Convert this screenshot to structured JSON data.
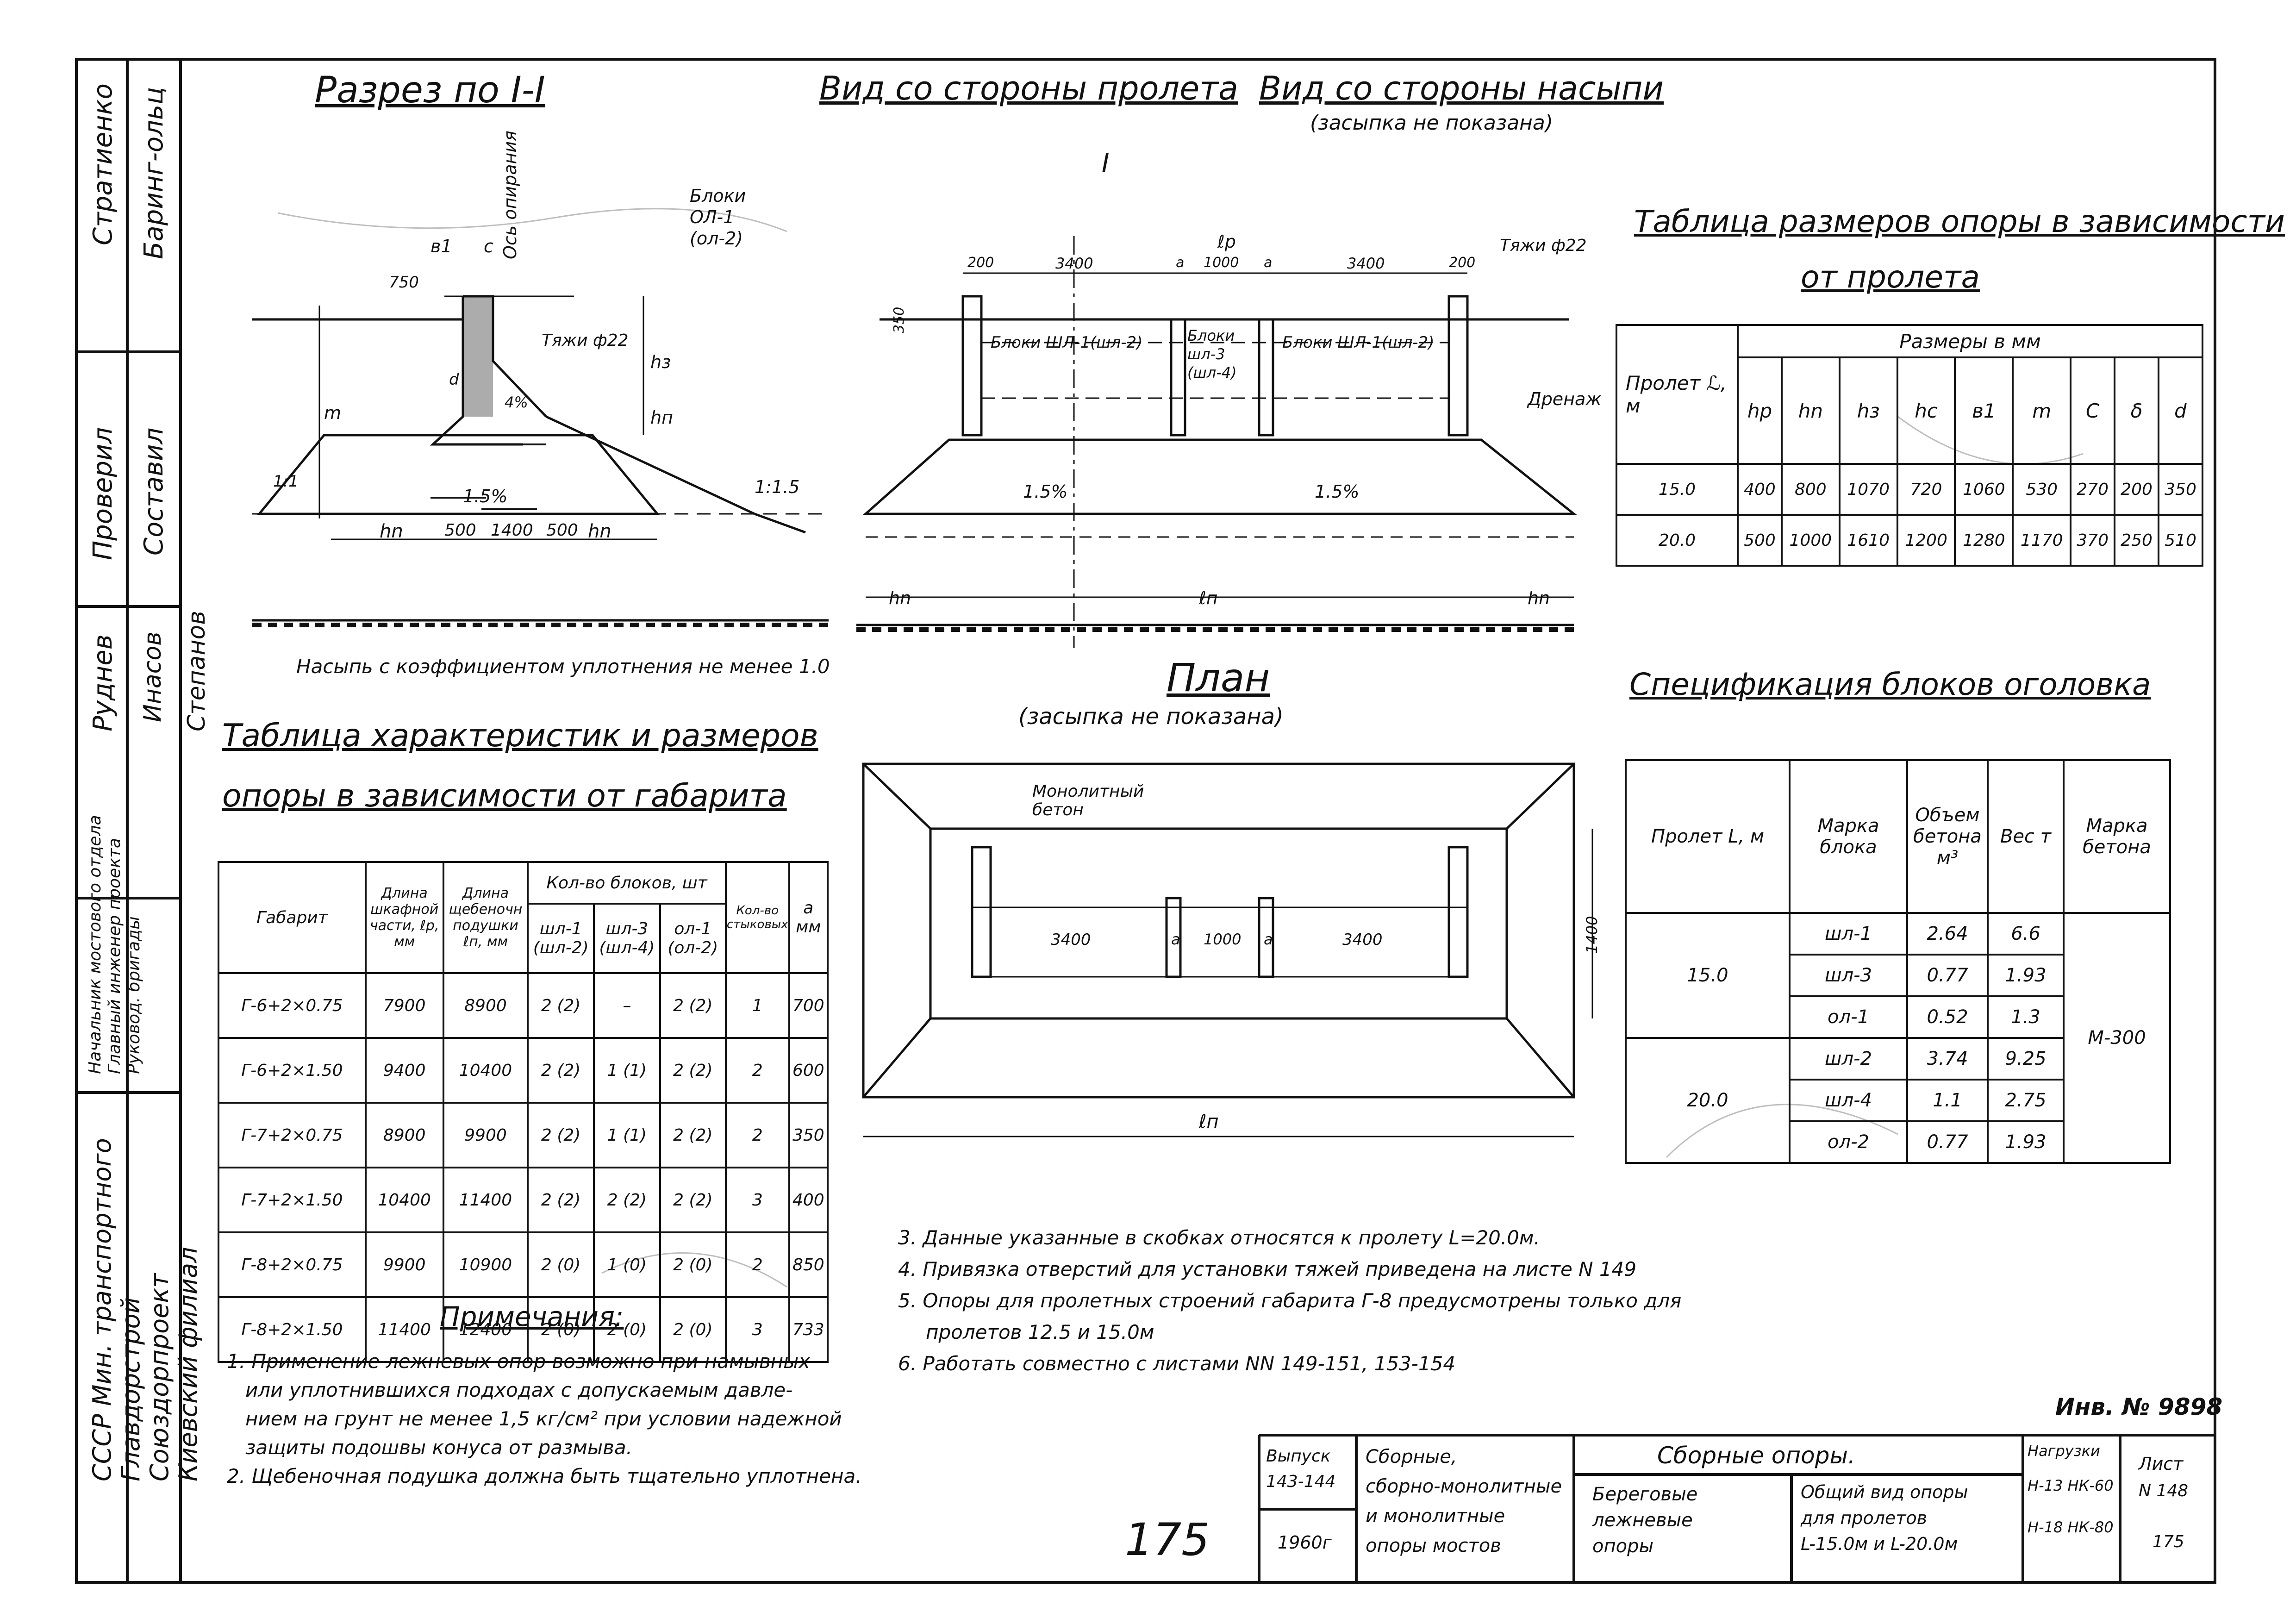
{
  "section": {
    "title": "Разрез по I-I",
    "labels": [
      "Ось опирания",
      "Тяжи ф22",
      "Насыпь с коэффициентом уплотнения не менее 1.0",
      "1.5%",
      "hn",
      "500",
      "1400",
      "500",
      "hn",
      "750",
      "в1",
      "с",
      "hз",
      "hп",
      "m",
      "d",
      "4%",
      "1:1.5",
      "1:1"
    ]
  },
  "view_span": {
    "title": "Вид со стороны пролета",
    "label_blocks": "Блоки ОЛ-1 (ол-2)",
    "section_mark": "I"
  },
  "view_fill": {
    "title": "Вид со стороны насыпи",
    "subtitle": "(засыпка не показана)",
    "labels": [
      "Блоки ШЛ-1(шл-2)",
      "Блоки шл-3 (шл-4)",
      "Блоки ШЛ-1(шл-2)",
      "Тяжи ф22",
      "Дренаж",
      "1.5%",
      "1.5%",
      "hn",
      "ℓп",
      "hn",
      "ℓр",
      "200",
      "3400",
      "а",
      "1000",
      "а",
      "3400",
      "200",
      "350"
    ]
  },
  "plan": {
    "title": "План",
    "subtitle": "(засыпка не показана)",
    "labels": [
      "Монолитный бетон",
      "3400",
      "а",
      "1000",
      "а",
      "3400",
      "1400",
      "ℓп"
    ]
  },
  "table_dims": {
    "title_line1": "Таблица размеров опоры в зависимости",
    "title_line2": "от пролета",
    "col_span_label": "Пролет ℒ, м",
    "group_header": "Размеры в мм",
    "headers": [
      "hр",
      "hn",
      "hз",
      "hс",
      "в1",
      "m",
      "С",
      "δ",
      "d"
    ],
    "rows": [
      [
        "15.0",
        "400",
        "800",
        "1070",
        "720",
        "1060",
        "530",
        "270",
        "200",
        "350"
      ],
      [
        "20.0",
        "500",
        "1000",
        "1610",
        "1200",
        "1280",
        "1170",
        "370",
        "250",
        "510"
      ]
    ]
  },
  "table_spec": {
    "title": "Спецификация блоков оголовка",
    "headers": [
      "Пролет L, м",
      "Марка блока",
      "Объем бетона м³",
      "Вес т",
      "Марка бетона"
    ],
    "groups": [
      {
        "span": "15.0",
        "rows": [
          [
            "шл-1",
            "2.64",
            "6.6"
          ],
          [
            "шл-3",
            "0.77",
            "1.93"
          ],
          [
            "ол-1",
            "0.52",
            "1.3"
          ]
        ]
      },
      {
        "span": "20.0",
        "rows": [
          [
            "шл-2",
            "3.74",
            "9.25"
          ],
          [
            "шл-4",
            "1.1",
            "2.75"
          ],
          [
            "ол-2",
            "0.77",
            "1.93"
          ]
        ]
      }
    ],
    "concrete_mark": "М-300"
  },
  "table_char": {
    "title_line1": "Таблица характеристик и размеров",
    "title_line2": "опоры в зависимости от габарита",
    "headers": {
      "gabarit": "Габарит",
      "len_cabinet": "Длина шкафной части, ℓр, мм",
      "len_pad": "Длина щебеночн подушки ℓп, мм",
      "blocks_group": "Кол-во блоков, шт",
      "shl1": "шл-1 (шл-2)",
      "shl3": "шл-3 (шл-4)",
      "ol1": "ол-1 (ол-2)",
      "joints": "Кол-во стыковых",
      "a": "а мм"
    },
    "rows": [
      [
        "Г-6+2×0.75",
        "7900",
        "8900",
        "2 (2)",
        "–",
        "2 (2)",
        "1",
        "700"
      ],
      [
        "Г-6+2×1.50",
        "9400",
        "10400",
        "2 (2)",
        "1 (1)",
        "2 (2)",
        "2",
        "600"
      ],
      [
        "Г-7+2×0.75",
        "8900",
        "9900",
        "2 (2)",
        "1 (1)",
        "2 (2)",
        "2",
        "350"
      ],
      [
        "Г-7+2×1.50",
        "10400",
        "11400",
        "2 (2)",
        "2 (2)",
        "2 (2)",
        "3",
        "400"
      ],
      [
        "Г-8+2×0.75",
        "9900",
        "10900",
        "2 (0)",
        "1 (0)",
        "2 (0)",
        "2",
        "850"
      ],
      [
        "Г-8+2×1.50",
        "11400",
        "12400",
        "2 (0)",
        "2 (0)",
        "2 (0)",
        "3",
        "733"
      ]
    ]
  },
  "notes": {
    "title": "Примечания:",
    "left": [
      "1. Применение лежневых опор возможно при намывных",
      "или уплотнившихся подходах с допускаемым давле-",
      "нием на грунт не менее 1,5 кг/см² при условии надежной",
      "защиты подошвы конуса от размыва.",
      "2. Щебеночная подушка должна быть тщательно уплотнена."
    ],
    "right": [
      "3. Данные указанные в скобках относятся к пролету L=20.0м.",
      "4. Привязка отверстий для установки тяжей приведена на листе N 149",
      "5. Опоры для пролетных строений габарита Г-8 предусмотрены только для",
      "пролетов 12.5 и 15.0м",
      "6. Работать совместно с листами NN 149-151, 153-154"
    ]
  },
  "inventory": "Инв. № 9898",
  "title_block": {
    "issue_label": "Выпуск",
    "issue": "143-144",
    "year": "1960г",
    "series": [
      "Сборные,",
      "сборно-монолитные",
      "и монолитные",
      "опоры мостов"
    ],
    "title": "Сборные опоры.",
    "subtitle": [
      "Береговые",
      "лежневые",
      "опоры"
    ],
    "desc": [
      "Общий вид опоры",
      "для пролетов",
      "L-15.0м и L-20.0м"
    ],
    "loads_label": "Нагрузки",
    "loads": [
      "Н-13 НК-60",
      "Н-18 НК-80"
    ],
    "sheet_label": "Лист",
    "sheet": "N 148",
    "page": "175"
  },
  "page_number": "175",
  "stamp": {
    "org": [
      "СССР Мин. транспортного",
      "Главдорстрой",
      "Союздорпроект",
      "Киевский филиал"
    ],
    "roles": [
      "Начальник мостового отдела",
      "Главный инженер проекта",
      "Руковод. бригады"
    ],
    "names": [
      "Стратиенко",
      "Баринг-ольц",
      "Проверил",
      "Составил",
      "Руднев",
      "Инасов",
      "Степанов"
    ]
  }
}
